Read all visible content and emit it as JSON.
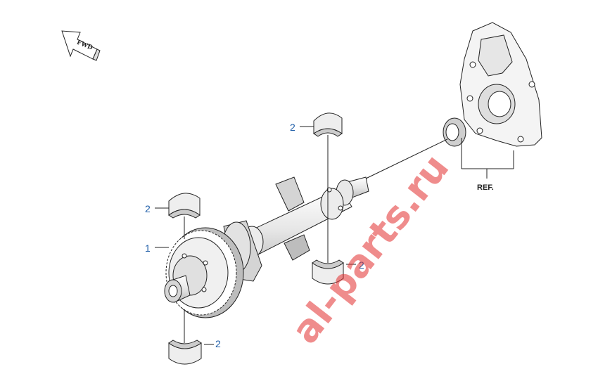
{
  "direction_arrow": {
    "label": "FWD"
  },
  "callouts": [
    {
      "id": "gear",
      "label": "1"
    },
    {
      "id": "bearing-top-right",
      "label": "2"
    },
    {
      "id": "bearing-top-left",
      "label": "2"
    },
    {
      "id": "bearing-mid-right",
      "label": "2"
    },
    {
      "id": "bearing-bottom",
      "label": "2"
    }
  ],
  "reference": {
    "label": "REF."
  },
  "watermark": {
    "text": "al-parts.ru"
  },
  "colors": {
    "callout": "#1f5ea8",
    "lines": "#222222",
    "part_fill": "#f2f2f2",
    "part_shade": "#c8c8c8",
    "watermark": "#e32f2f"
  }
}
